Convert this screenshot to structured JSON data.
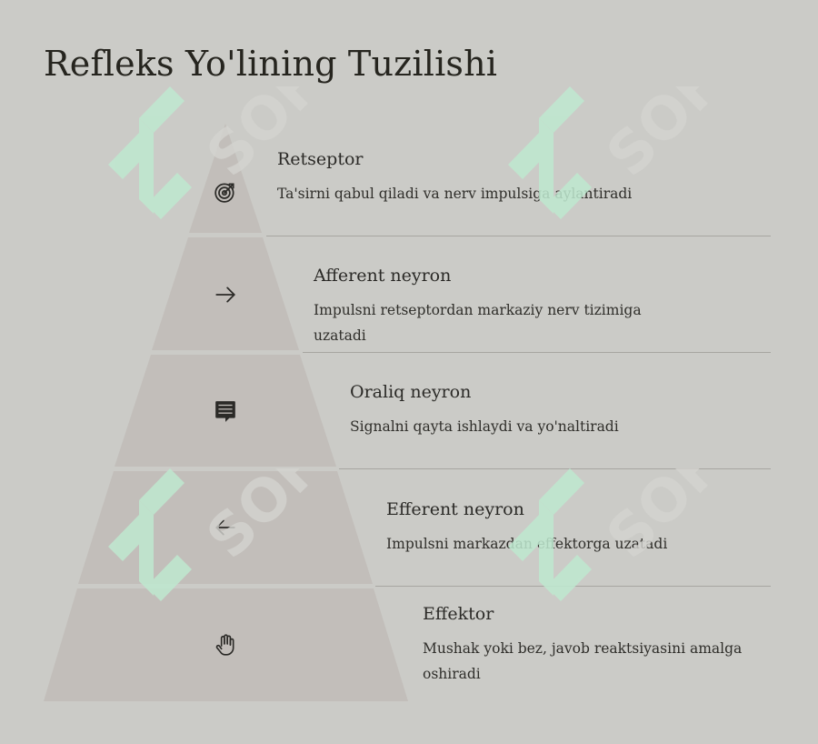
{
  "title": "Refleks Yo'lining Tuzilishi",
  "levels": [
    {
      "name": "Retseptor",
      "description": "Ta'sirni qabul qiladi va nerv impulsiga aylantiradi",
      "icon": "target-icon"
    },
    {
      "name": "Afferent neyron",
      "description": "Impulsni retseptordan markaziy nerv tizimiga uzatadi",
      "icon": "arrow-right-icon"
    },
    {
      "name": "Oraliq neyron",
      "description": "Signalni qayta ishlaydi va yo'naltiradi",
      "icon": "message-lines-icon"
    },
    {
      "name": "Efferent neyron",
      "description": "Impulsni markazdan effektorga uzatadi",
      "icon": "arrow-left-icon"
    },
    {
      "name": "Effektor",
      "description": "Mushak yoki bez, javob reaktsiyasini amalga oshiradi",
      "icon": "hand-icon"
    }
  ],
  "watermark": {
    "text": "SOFF",
    "color": "#bfe9d0"
  },
  "colors": {
    "background": "#cbcbc7",
    "pyramid": "#c2beba",
    "divider": "#a7a6a1"
  }
}
